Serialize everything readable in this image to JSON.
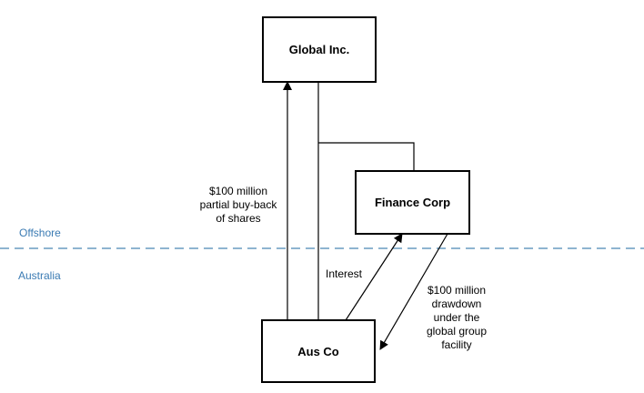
{
  "colors": {
    "line": "#000000",
    "divider": "#4a86b4",
    "region_text": "#3b7bb3"
  },
  "boxes": {
    "global": "Global Inc.",
    "finance": "Finance Corp",
    "aus": "Aus Co"
  },
  "regions": {
    "offshore": "Offshore",
    "australia": "Australia"
  },
  "labels": {
    "buyback": [
      "$100 million",
      "partial buy-back",
      "of shares"
    ],
    "interest": "Interest",
    "drawdown": [
      "$100 million",
      "drawdown",
      "under the",
      "global group",
      "facility"
    ]
  }
}
